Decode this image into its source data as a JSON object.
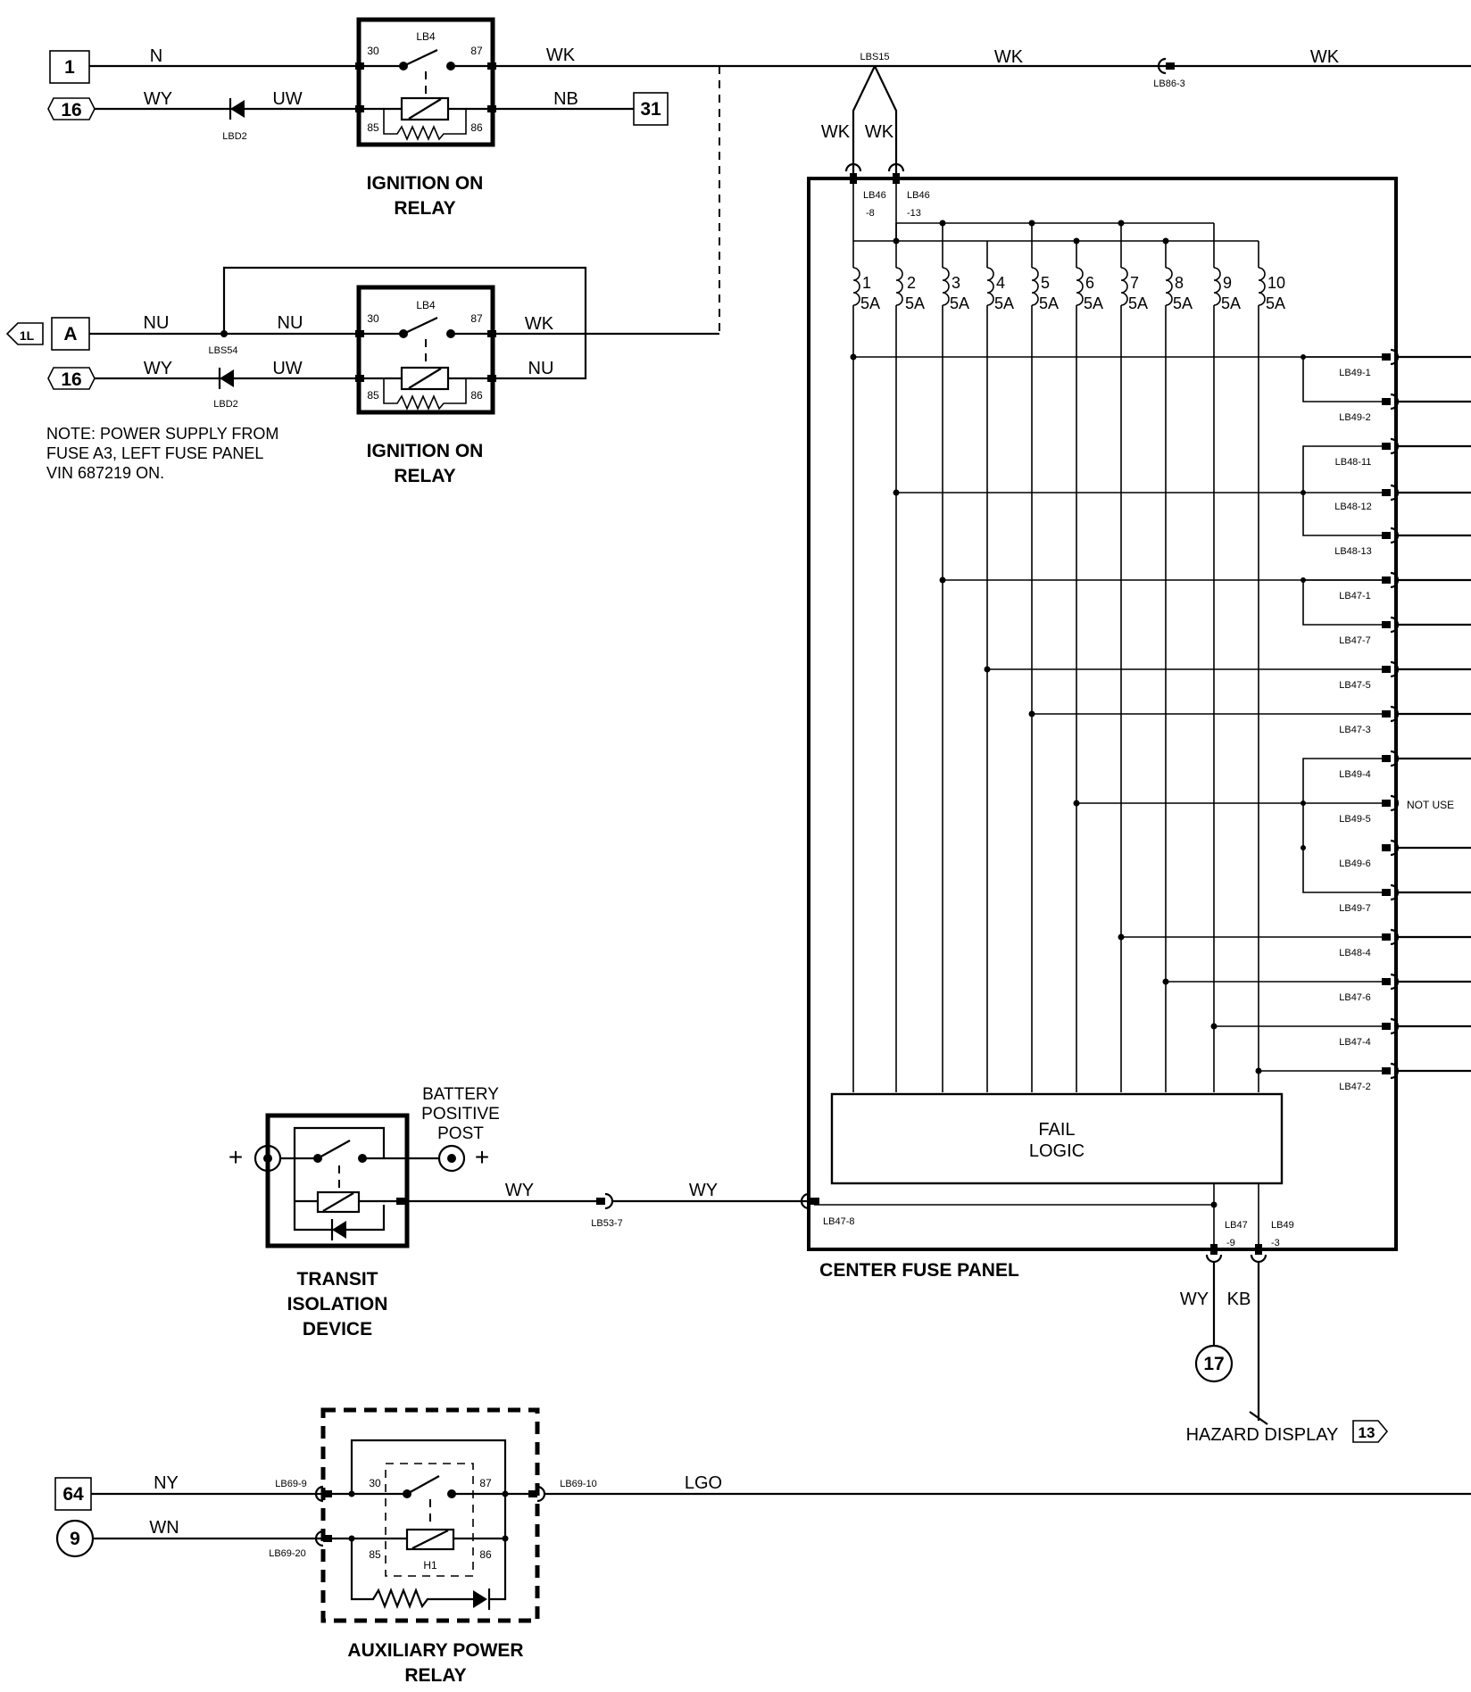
{
  "relay1": {
    "title_line1": "IGNITION ON",
    "title_line2": "RELAY",
    "name": "LB4",
    "pins": [
      "30",
      "87",
      "85",
      "86"
    ],
    "in_box": "1",
    "in_wire": "N",
    "out_wire": "WK",
    "ctl_circle": "16",
    "ctl_wire": "WY",
    "diode": "LBD2",
    "diode_wire": "UW",
    "gnd_wire": "NB",
    "gnd_box": "31"
  },
  "relay2": {
    "title_line1": "IGNITION ON",
    "title_line2": "RELAY",
    "name": "LB4",
    "pins": [
      "30",
      "87",
      "85",
      "86"
    ],
    "arrow_label": "1L",
    "in_box": "A",
    "in_wire": "NU",
    "in_wire2": "NU",
    "splice": "LBS54",
    "out_wire": "WK",
    "ret_wire": "NU",
    "ctl_circle": "16",
    "ctl_wire": "WY",
    "diode": "LBD2",
    "diode_wire": "UW"
  },
  "note": {
    "line1": "NOTE:  POWER SUPPLY FROM",
    "line2": "FUSE A3, LEFT FUSE PANEL",
    "line3": "VIN 687219 ON."
  },
  "top_feed": {
    "splice": "LBS15",
    "wire1": "WK",
    "wire2": "WK",
    "connector": "LB86-3",
    "drop1": "WK",
    "drop2": "WK",
    "conn1_a": "LB46",
    "conn1_b": "-8",
    "conn2_a": "LB46",
    "conn2_b": "-13"
  },
  "fuses": {
    "numbers": [
      "1",
      "2",
      "3",
      "4",
      "5",
      "6",
      "7",
      "8",
      "9",
      "10"
    ],
    "ratings": [
      "5A",
      "5A",
      "5A",
      "5A",
      "5A",
      "5A",
      "5A",
      "5A",
      "5A",
      "5A"
    ]
  },
  "panel": {
    "title": "CENTER FUSE PANEL",
    "fail_line1": "FAIL",
    "fail_line2": "LOGIC",
    "outputs": [
      "LB49-1",
      "LB49-2",
      "LB48-11",
      "LB48-12",
      "LB48-13",
      "LB47-1",
      "LB47-7",
      "LB47-5",
      "LB47-3",
      "LB49-4",
      "LB49-5",
      "LB49-6",
      "LB49-7",
      "LB48-4",
      "LB47-6",
      "LB47-4",
      "LB47-2"
    ],
    "not_used": "NOT USE",
    "in_conn": "LB47-8",
    "bottom_a1": "LB47",
    "bottom_a2": "-9",
    "bottom_b1": "LB49",
    "bottom_b2": "-3",
    "wire_a": "WY",
    "wire_b": "KB",
    "circle": "17",
    "hazard": "HAZARD DISPLAY",
    "hazard_ref": "13"
  },
  "transit": {
    "title_line1": "TRANSIT",
    "title_line2": "ISOLATION",
    "title_line3": "DEVICE",
    "battery_line1": "BATTERY",
    "battery_line2": "POSITIVE",
    "battery_line3": "POST",
    "plus": "+",
    "wire1": "WY",
    "connector": "LB53-7",
    "wire2": "WY"
  },
  "aux": {
    "title_line1": "AUXILIARY POWER",
    "title_line2": "RELAY",
    "box": "64",
    "wire_in": "NY",
    "conn_in": "LB69-9",
    "circle": "9",
    "wire_ctl": "WN",
    "conn_ctl": "LB69-20",
    "pins": [
      "30",
      "87",
      "85",
      "86"
    ],
    "coil": "H1",
    "conn_out": "LB69-10",
    "wire_out": "LGO"
  }
}
